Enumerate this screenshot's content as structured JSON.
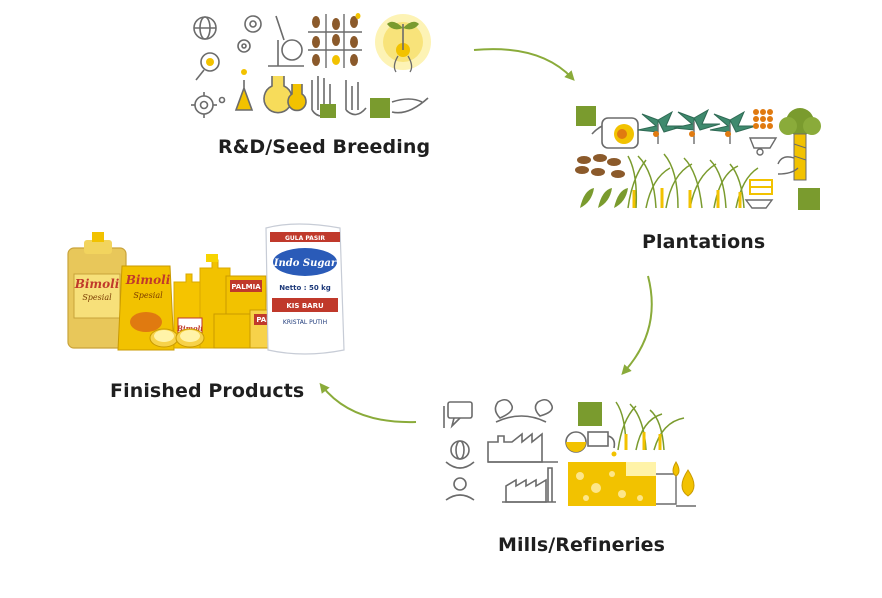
{
  "diagram": {
    "stages": [
      {
        "id": "rnd",
        "label": "R&D/Seed Breeding"
      },
      {
        "id": "plantations",
        "label": "Plantations"
      },
      {
        "id": "mills",
        "label": "Mills/Refineries"
      },
      {
        "id": "products",
        "label": "Finished Products"
      }
    ],
    "product_text": {
      "bimoli_jerry": "Bimoli",
      "bimoli_jerry_sub": "Spesial",
      "bimoli_pouch": "Bimoli",
      "bimoli_pouch_sub": "Spesial",
      "palmia_box": "PALMIA",
      "palmia_tub": "PALMIA",
      "bimoli_box": "Bimoli",
      "sack_brand": "GULA PASIR",
      "sack_logo": "Indo Sugar",
      "sack_weight": "Netto : 50 kg",
      "sack_type": "KRISTAL PUTIH",
      "sack_sub": "KIS BARU"
    },
    "colors": {
      "accent_green": "#7a9b2e",
      "arrow_green": "#8aab3a",
      "yellow": "#f2c200",
      "line": "#6b6b6b"
    }
  }
}
